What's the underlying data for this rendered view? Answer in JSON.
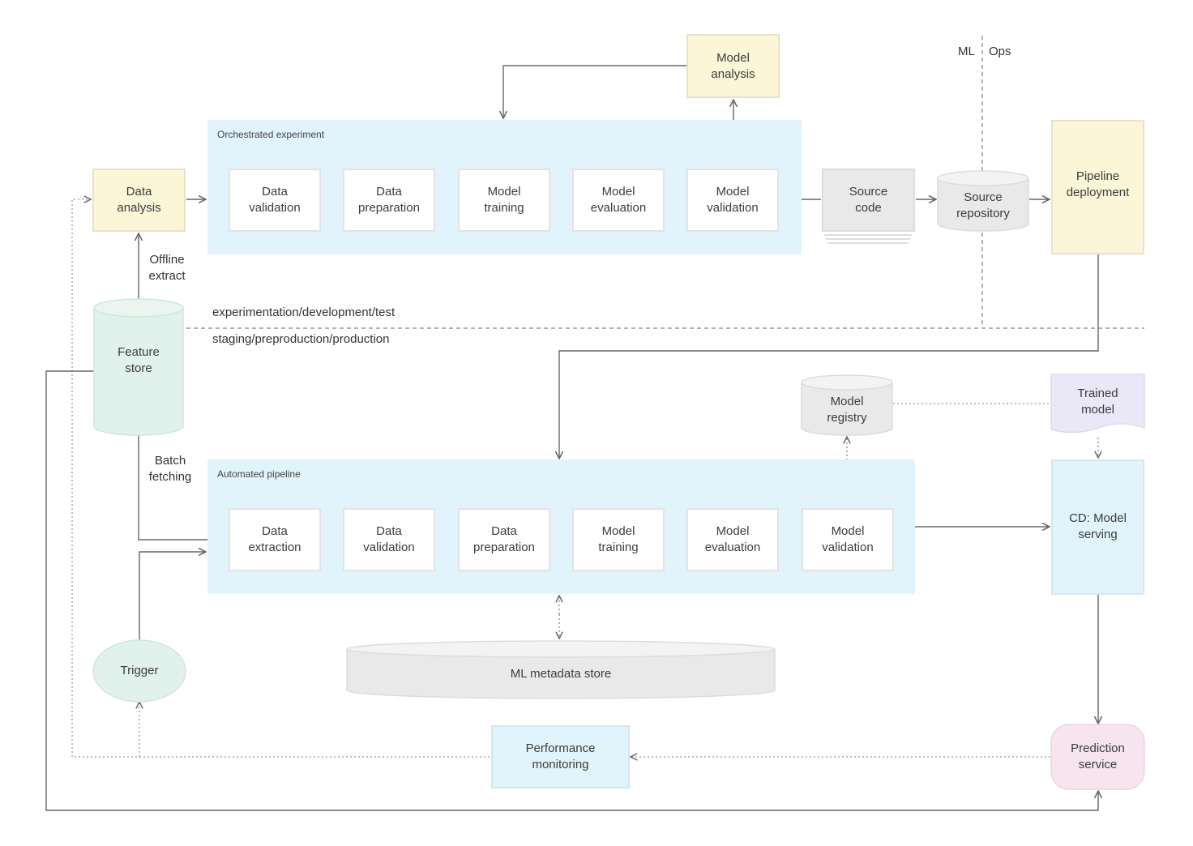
{
  "divider": {
    "ml_label": "ML",
    "ops_label": "Ops",
    "upper_env": "experimentation/development/test",
    "lower_env": "staging/preproduction/production"
  },
  "experiment": {
    "title": "Orchestrated experiment",
    "steps": [
      "Data\nvalidation",
      "Data\npreparation",
      "Model\ntraining",
      "Model\nevaluation",
      "Model\nvalidation"
    ]
  },
  "pipeline": {
    "title": "Automated pipeline",
    "steps": [
      "Data\nextraction",
      "Data\nvalidation",
      "Data\npreparation",
      "Model\ntraining",
      "Model\nevaluation",
      "Model\nvalidation"
    ]
  },
  "nodes": {
    "model_analysis": "Model\nanalysis",
    "data_analysis": "Data\nanalysis",
    "source_code": "Source\ncode",
    "source_repository": "Source\nrepository",
    "pipeline_deployment": "Pipeline\ndeployment",
    "feature_store": "Feature\nstore",
    "model_registry": "Model\nregistry",
    "trained_model": "Trained\nmodel",
    "cd_model_serving": "CD: Model\nserving",
    "ml_metadata_store": "ML metadata store",
    "trigger": "Trigger",
    "performance_monitoring": "Performance\nmonitoring",
    "prediction_service": "Prediction\nservice"
  },
  "edge_labels": {
    "offline_extract": "Offline\nextract",
    "batch_fetching": "Batch\nfetching"
  },
  "colors": {
    "panel_blue": "#e1f3fb",
    "yellow": "#fdf5d8",
    "gray": "#e9e9ea",
    "feature_store_green": "#e1f1eb",
    "trigger_green": "#e1f1eb",
    "trained_model_lavender": "#eae8f6",
    "prediction_pink": "#f6e5ee",
    "line": "#666666"
  }
}
